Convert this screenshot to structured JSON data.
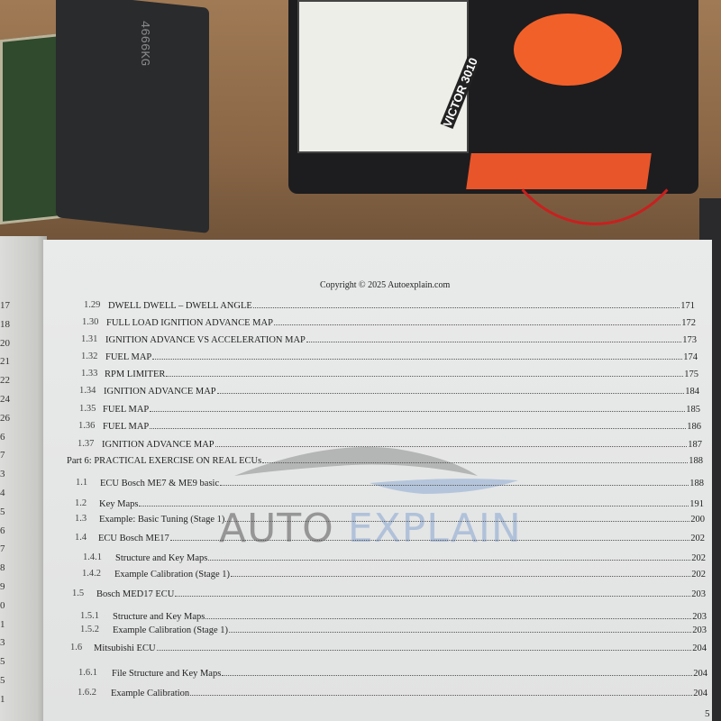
{
  "photo": {
    "ecu_label": "4666KG",
    "meter_brand": "VICTOR 3010"
  },
  "left_page_numbers": [
    "17",
    "18",
    "20",
    "21",
    "22",
    "24",
    "26",
    "6",
    "7",
    "3",
    "4",
    "5",
    "6",
    "7",
    "8",
    "9",
    "0",
    "1",
    "3",
    "5",
    "5",
    "1"
  ],
  "copyright": "Copyright © 2025 Autoexplain.com",
  "watermark": {
    "word1": "AUTO",
    "word2": "EXPLAIN"
  },
  "toc": [
    {
      "num": "1.29",
      "title": "DWELL DWELL – DWELL ANGLE",
      "page": "171"
    },
    {
      "num": "1.30",
      "title": "FULL LOAD IGNITION ADVANCE MAP",
      "page": "172"
    },
    {
      "num": "1.31",
      "title": "IGNITION ADVANCE VS ACCELERATION MAP",
      "page": "173"
    },
    {
      "num": "1.32",
      "title": "FUEL MAP",
      "page": "174"
    },
    {
      "num": "1.33",
      "title": "RPM LIMITER",
      "page": "175"
    },
    {
      "num": "1.34",
      "title": "IGNITION ADVANCE MAP",
      "page": "184"
    },
    {
      "num": "1.35",
      "title": "FUEL MAP",
      "page": "185"
    },
    {
      "num": "1.36",
      "title": "FUEL MAP",
      "page": "186"
    },
    {
      "num": "1.37",
      "title": "IGNITION ADVANCE MAP",
      "page": "187"
    },
    {
      "num": "",
      "title": "Part 6: PRACTICAL EXERCISE ON REAL ECUs",
      "page": "188"
    },
    {
      "num": "1.1",
      "title": "ECU Bosch ME7 & ME9 basic",
      "page": "188"
    },
    {
      "num": "1.2",
      "title": "Key Maps",
      "page": "191"
    },
    {
      "num": "1.3",
      "title": "Example: Basic Tuning (Stage 1)",
      "page": "200"
    },
    {
      "num": "1.4",
      "title": "ECU Bosch ME17",
      "page": "202"
    },
    {
      "num": "1.4.1",
      "title": "Structure and Key Maps",
      "page": "202"
    },
    {
      "num": "1.4.2",
      "title": "Example Calibration (Stage 1)",
      "page": "202"
    },
    {
      "num": "1.5",
      "title": "Bosch MED17 ECU",
      "page": "203"
    },
    {
      "num": "1.5.1",
      "title": "Structure and Key Maps",
      "page": "203"
    },
    {
      "num": "1.5.2",
      "title": "Example Calibration (Stage 1)",
      "page": "203"
    },
    {
      "num": "1.6",
      "title": "Mitsubishi ECU",
      "page": "204"
    },
    {
      "num": "1.6.1",
      "title": "File Structure and Key Maps",
      "page": "204"
    },
    {
      "num": "1.6.2",
      "title": "Example Calibration",
      "page": "204"
    }
  ],
  "page_number": "5"
}
